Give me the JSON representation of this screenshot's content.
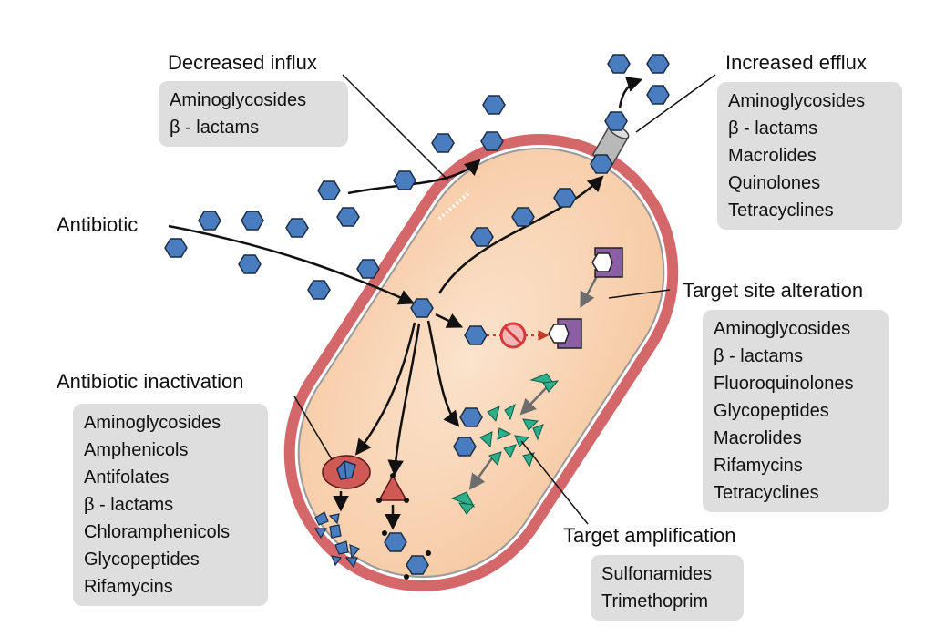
{
  "labels": {
    "decreased_influx": "Decreased influx",
    "increased_efflux": "Increased efflux",
    "antibiotic": "Antibiotic",
    "target_site_alteration": "Target site alteration",
    "antibiotic_inactivation": "Antibiotic inactivation",
    "target_amplification": "Target amplification"
  },
  "lists": {
    "decreased_influx": [
      "Aminoglycosides",
      "β - lactams"
    ],
    "increased_efflux": [
      "Aminoglycosides",
      "β - lactams",
      "Macrolides",
      "Quinolones",
      "Tetracyclines"
    ],
    "target_site_alteration": [
      "Aminoglycosides",
      "β - lactams",
      "Fluoroquinolones",
      "Glycopeptides",
      "Macrolides",
      "Rifamycins",
      "Tetracyclines"
    ],
    "antibiotic_inactivation": [
      "Aminoglycosides",
      "Amphenicols",
      "Antifolates",
      "β - lactams",
      "Chloramphenicols",
      "Glycopeptides",
      "Rifamycins"
    ],
    "target_amplification": [
      "Sulfonamides",
      "Trimethoprim"
    ]
  },
  "colors": {
    "cell_wall": "#d4676a",
    "cytoplasm": "#f9d4b3",
    "antibiotic": "#4a7dbf",
    "target": "#8a5fa3",
    "enzyme": "#cf5a55",
    "amplified_target": "#2fae8c",
    "label_box": "#dedede"
  },
  "icons": [
    "antibiotic-hexagon",
    "efflux-pump",
    "target-receptor",
    "inhibition-symbol",
    "inactivating-enzyme"
  ]
}
